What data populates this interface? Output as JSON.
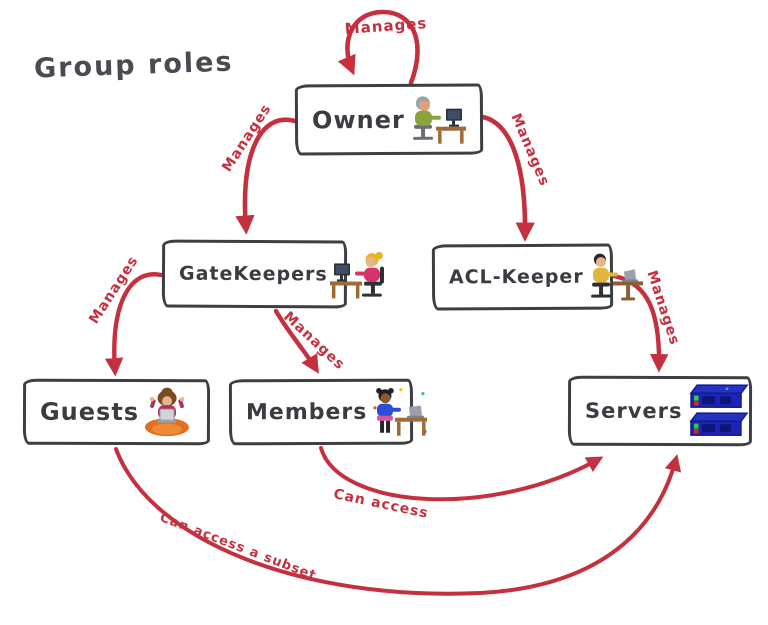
{
  "title": "Group roles",
  "colors": {
    "arrow_red": "#c5303e",
    "ink": "#3e3f45",
    "server_blue": "#1b24b4",
    "beanbag_orange": "#e07020"
  },
  "nodes": [
    {
      "id": "owner",
      "label": "Owner",
      "icon": "owner-at-desk-icon"
    },
    {
      "id": "gatekeepers",
      "label": "GateKeepers",
      "icon": "gatekeeper-at-desk-icon"
    },
    {
      "id": "acl_keeper",
      "label": "ACL-Keeper",
      "icon": "acl-keeper-at-desk-icon"
    },
    {
      "id": "guests",
      "label": "Guests",
      "icon": "guest-on-beanbag-icon"
    },
    {
      "id": "members",
      "label": "Members",
      "icon": "member-at-desk-icon"
    },
    {
      "id": "servers",
      "label": "Servers",
      "icon": "server-stack-icon"
    }
  ],
  "edges": [
    {
      "from": "owner",
      "to": "owner",
      "label": "Manages"
    },
    {
      "from": "owner",
      "to": "gatekeepers",
      "label": "Manages"
    },
    {
      "from": "owner",
      "to": "acl_keeper",
      "label": "Manages"
    },
    {
      "from": "gatekeepers",
      "to": "guests",
      "label": "Manages"
    },
    {
      "from": "gatekeepers",
      "to": "members",
      "label": "Manages"
    },
    {
      "from": "acl_keeper",
      "to": "servers",
      "label": "Manages"
    },
    {
      "from": "members",
      "to": "servers",
      "label": "Can access"
    },
    {
      "from": "guests",
      "to": "servers",
      "label": "Can access a subset"
    }
  ]
}
